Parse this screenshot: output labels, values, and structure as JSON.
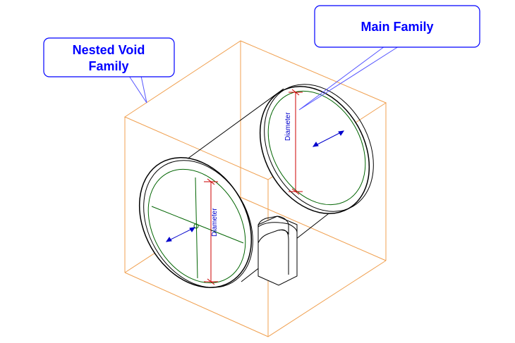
{
  "callouts": {
    "nested_void": {
      "line1": "Nested Void",
      "line2": "Family"
    },
    "main_family": {
      "label": "Main Family"
    }
  },
  "dimensions": {
    "left": {
      "label": "Diameter"
    },
    "right": {
      "label": "Diameter"
    }
  },
  "colors": {
    "callout_text": "#0000ff",
    "callout_border": "#0000ff",
    "leader": "#5555ff",
    "box_edges": "#f0a050",
    "model_lines": "#000000",
    "reference_circles": "#006400",
    "dimension_line": "#cc0000",
    "dimension_text": "#0000cc",
    "flip_arrow": "#0000cc"
  }
}
